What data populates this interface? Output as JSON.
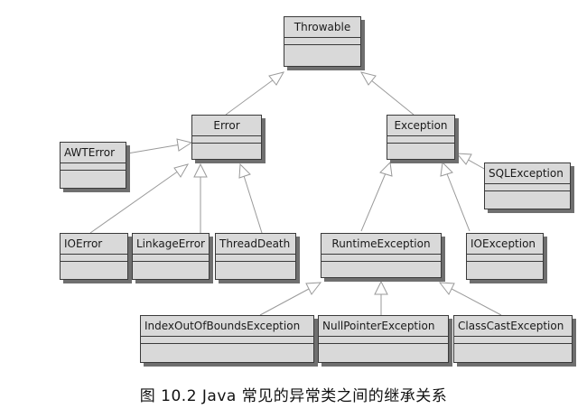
{
  "classes": {
    "throwable": "Throwable",
    "error": "Error",
    "exception": "Exception",
    "awt_error": "AWTError",
    "sql_exception": "SQLException",
    "io_error": "IOError",
    "linkage_error": "LinkageError",
    "thread_death": "ThreadDeath",
    "runtime_exception": "RuntimeException",
    "io_exception": "IOException",
    "index_out_of_bounds_exception": "IndexOutOfBoundsException",
    "null_pointer_exception": "NullPointerException",
    "class_cast_exception": "ClassCastException"
  },
  "caption": "图 10.2    Java 常见的异常类之间的继承关系",
  "colors": {
    "box_fill": "#d9d9d9",
    "box_border": "#3a3a3a",
    "shadow": "#6f6f6f",
    "connector": "#9a9a9a"
  }
}
